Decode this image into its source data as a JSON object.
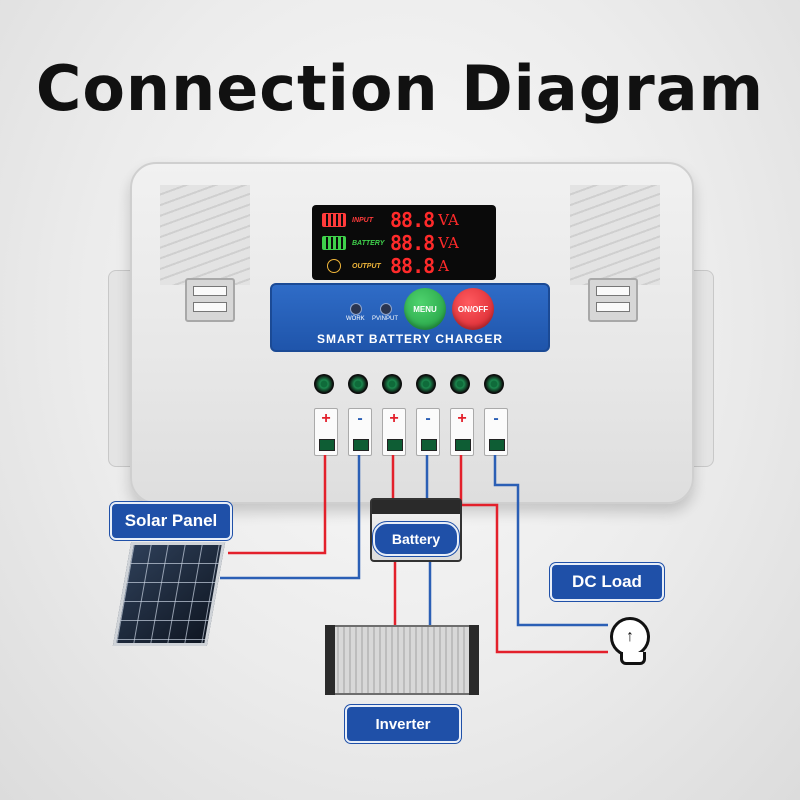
{
  "title": "Connection Diagram",
  "device": {
    "display": {
      "rows": [
        {
          "label": "INPUT",
          "value": "88.8",
          "unit": "VA",
          "label_color": "#ff3b3b"
        },
        {
          "label": "BATTERY",
          "value": "88.8",
          "unit": "VA",
          "label_color": "#3fd14b"
        },
        {
          "label": "OUTPUT",
          "value": "88.8",
          "unit": "A",
          "label_color": "#f0b63a"
        }
      ]
    },
    "indicators": [
      {
        "label": "WORK"
      },
      {
        "label": "PVINPUT"
      }
    ],
    "menu_button": "MENU",
    "power_button": "ON/OFF",
    "brand_label": "SMART BATTERY CHARGER",
    "terminals": [
      "+",
      "-",
      "+",
      "-",
      "+",
      "-"
    ]
  },
  "callouts": {
    "solar_panel": "Solar Panel",
    "battery": "Battery",
    "dc_load": "DC Load",
    "inverter": "Inverter"
  },
  "colors": {
    "positive_wire": "#e3202b",
    "negative_wire": "#2b5fb5",
    "accent_blue": "#1f50a8",
    "menu_green": "#22a546",
    "power_red": "#e0282e"
  }
}
